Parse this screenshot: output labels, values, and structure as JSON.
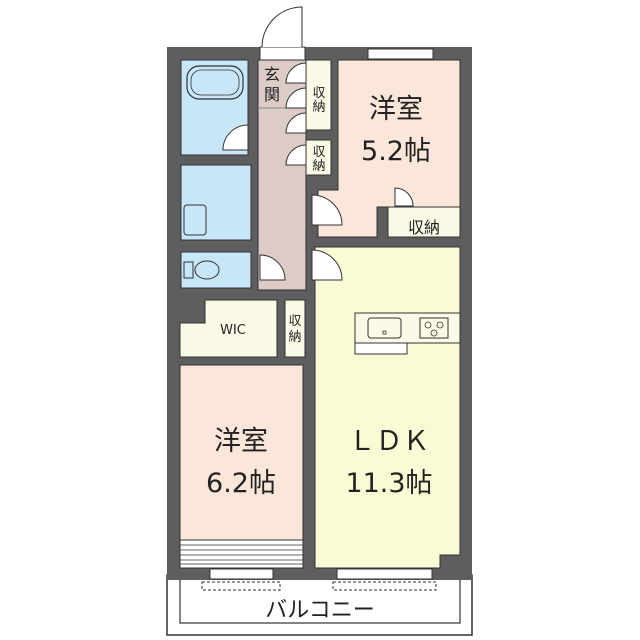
{
  "floorplan": {
    "colors": {
      "wall": "#5e5e5e",
      "western_room": "#fbe6da",
      "ldk": "#fafad4",
      "wet_area": "#c7e6f8",
      "entrance": "#dccbc6",
      "storage": "#fafae6",
      "balcony": "#ffffff"
    },
    "rooms": {
      "western_room_1": {
        "name": "洋室",
        "size": "5.2帖"
      },
      "western_room_2": {
        "name": "洋室",
        "size": "6.2帖"
      },
      "ldk": {
        "name": "ＬＤＫ",
        "size": "11.3帖"
      },
      "entrance": {
        "name_top": "玄",
        "name_bottom": "関"
      },
      "wic": {
        "name": "WIC"
      },
      "storage_room1": {
        "name": "収納"
      },
      "storage_hall_1": {
        "top": "収",
        "bottom": "納"
      },
      "storage_hall_2": {
        "top": "収",
        "bottom": "納"
      },
      "storage_hall_3": {
        "top": "収",
        "bottom": "納"
      },
      "balcony": {
        "name": "バルコニー"
      }
    }
  }
}
